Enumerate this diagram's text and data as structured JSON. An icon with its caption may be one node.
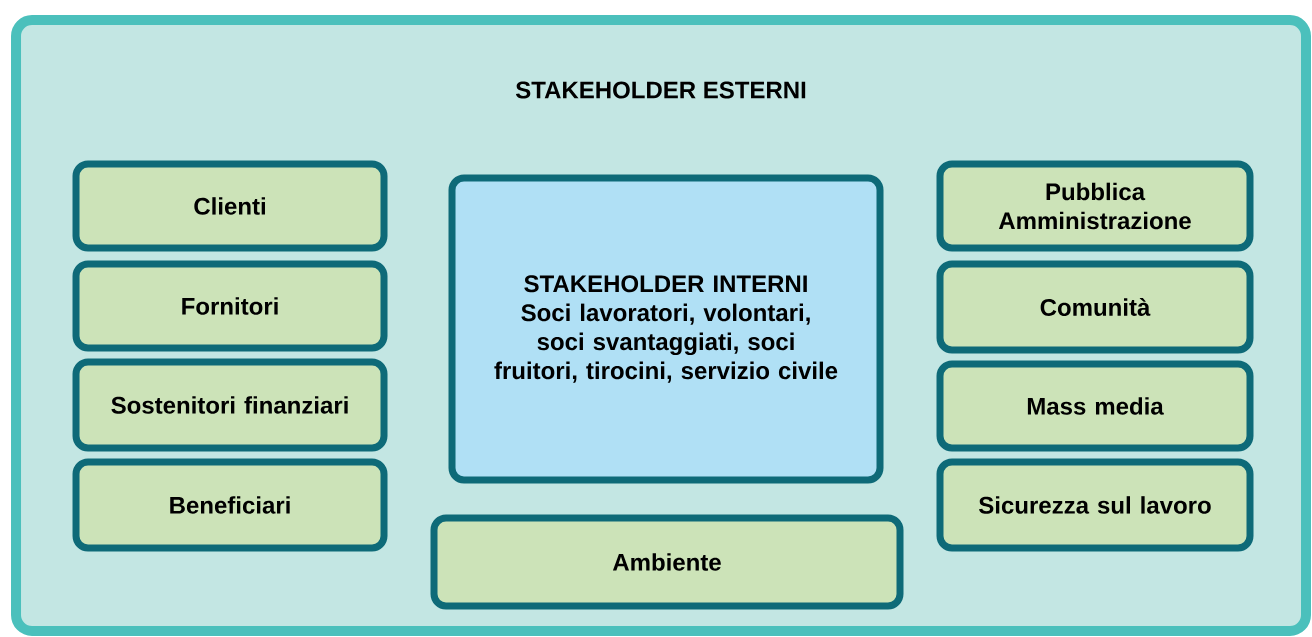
{
  "diagram": {
    "nodes": [
      {
        "text": [
          "STAKEHOLDER ESTERNI"
        ]
      },
      {
        "text": [
          "Clienti"
        ],
        "in": 0
      },
      {
        "text": [
          "Fornitori"
        ],
        "in": 0
      },
      {
        "text": [
          "Sostenitori finanziari"
        ],
        "in": 0
      },
      {
        "text": [
          "Beneficiari"
        ],
        "in": 0
      },
      {
        "text": [
          "STAKEHOLDER INTERNI",
          "Soci lavoratori, volontari, soci svantaggiati, soci fruitori, tirocini, servizio civile"
        ],
        "in": 0
      },
      {
        "text": [
          "Pubblica Amministrazione"
        ],
        "in": 0
      },
      {
        "text": [
          "Comunità"
        ],
        "in": 0
      },
      {
        "text": [
          "Mass media"
        ],
        "in": 0
      },
      {
        "text": [
          "Sicurezza sul lavoro"
        ],
        "in": 0
      },
      {
        "text": [
          "Ambiente"
        ],
        "in": 0
      }
    ]
  }
}
